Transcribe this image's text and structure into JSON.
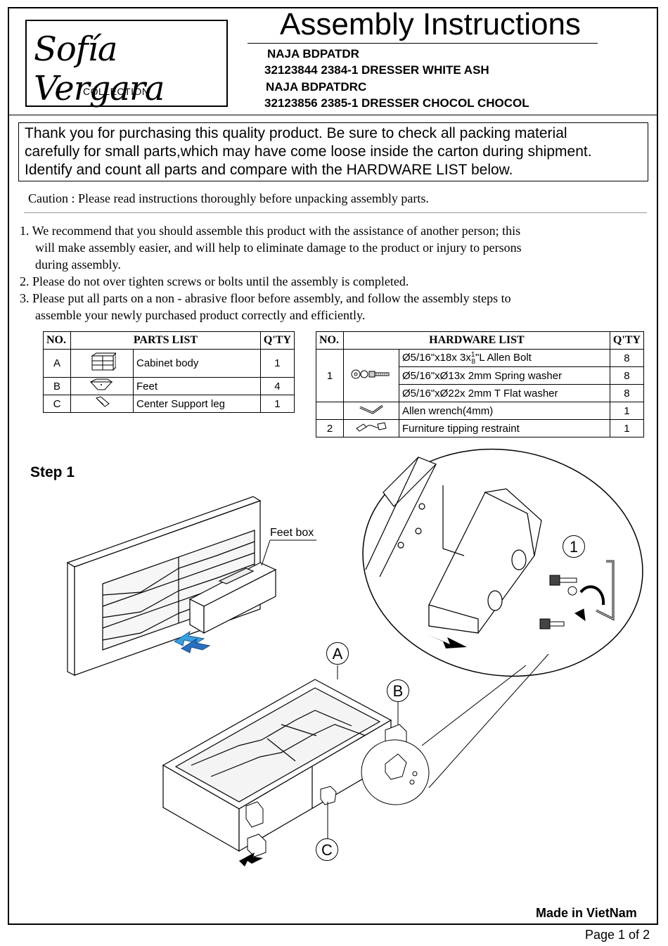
{
  "brand": {
    "script": "Sofía Vergara",
    "sub": "COLLECTION"
  },
  "title": "Assembly Instructions",
  "products": [
    "NAJA BDPATDR",
    "32123844 2384-1 DRESSER WHITE ASH",
    "NAJA BDPATDRC",
    "32123856 2385-1 DRESSER CHOCOL CHOCOL"
  ],
  "thanks": [
    "Thank you for purchasing this  quality product.  Be sure to check all packing material",
    "carefully for small  parts,which may have come loose inside the carton during shipment.",
    "Identify and count all parts and compare with the HARDWARE LIST below."
  ],
  "caution": "Caution : Please read instructions thoroughly before unpacking assembly parts.",
  "instructions": [
    "1. We recommend that you should assemble this product  with the assistance of another person; this",
    "will make assembly easier, and will help to eliminate damage to the product or injury to persons",
    "during assembly.",
    "2. Please do not over tighten screws or bolts until the assembly is completed.",
    "3. Please put all parts on a non - abrasive floor before assembly, and follow the assembly steps to",
    "assemble your newly purchased product correctly and efficiently."
  ],
  "parts": {
    "headers": {
      "no": "NO.",
      "list": "PARTS LIST",
      "qty": "Q'TY"
    },
    "rows": [
      {
        "no": "A",
        "name": "Cabinet body",
        "qty": "1",
        "icon": "cabinet-icon"
      },
      {
        "no": "B",
        "name": "Feet",
        "qty": "4",
        "icon": "foot-icon"
      },
      {
        "no": "C",
        "name": "Center Support leg",
        "qty": "1",
        "icon": "support-leg-icon"
      }
    ]
  },
  "hardware": {
    "headers": {
      "no": "NO.",
      "list": "HARDWARE LIST",
      "qty": "Q'TY"
    },
    "rows": [
      {
        "no": "1",
        "name": "Ø5/16\"x18x 3x1/8\"L Allen Bolt",
        "qty": "8"
      },
      {
        "no": "",
        "name": "Ø5/16\"xØ13x 2mm Spring washer",
        "qty": "8"
      },
      {
        "no": "",
        "name": "Ø5/16\"xØ22x 2mm T Flat washer",
        "qty": "8"
      },
      {
        "no": "",
        "name": "Allen wrench(4mm)",
        "qty": "1"
      },
      {
        "no": "2",
        "name": "Furniture tipping restraint",
        "qty": "1"
      }
    ]
  },
  "step": "Step 1",
  "callouts": {
    "feet_box": "Feet box",
    "one": "1",
    "a": "A",
    "b": "B",
    "c": "C"
  },
  "made_in": "Made in VietNam",
  "page": "Page 1 of 2"
}
